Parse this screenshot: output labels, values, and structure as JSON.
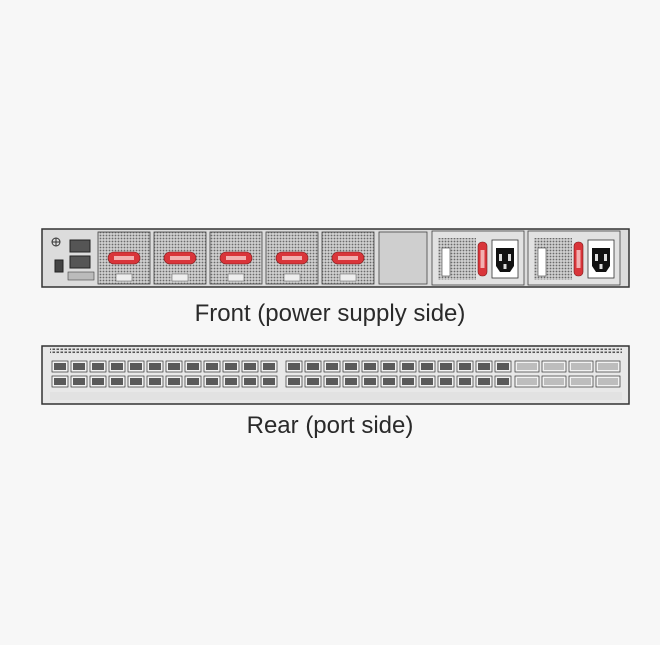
{
  "captions": {
    "front": "Front (power supply side)",
    "rear": "Rear (port side)"
  },
  "colors": {
    "background": "#f7f7f7",
    "chassis": "#dcdcdc",
    "chassis_edge": "#333333",
    "fan_handle": "#d9353a",
    "psu_handle": "#d9353a",
    "port": "#5a5a5a"
  },
  "front_panel": {
    "fan_modules": 5,
    "power_supplies": 2,
    "icons": [
      "power-socket-icon",
      "fan-module-icon",
      "usb-port-icon",
      "ethernet-port-icon"
    ]
  },
  "rear_panel": {
    "ports_per_row_group1": 12,
    "ports_per_row_group2": 12,
    "qsfp_ports_per_row": 4,
    "rows": 2
  }
}
